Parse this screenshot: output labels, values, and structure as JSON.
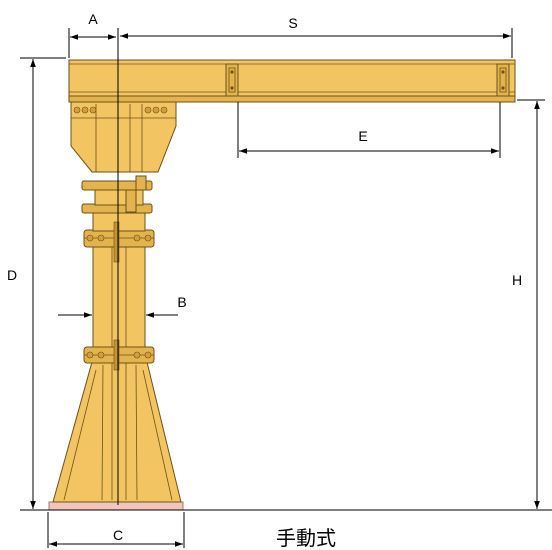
{
  "diagram": {
    "dimension_labels": {
      "a": "A",
      "s": "S",
      "e": "E",
      "b": "B",
      "c": "C",
      "d": "D",
      "h": "H"
    },
    "caption": "手動式",
    "colors": {
      "crane_body": "#f2c462",
      "crane_outline": "#6b5318",
      "base_plate": "#f4c4bf",
      "dimension_lines": "#000000"
    }
  }
}
